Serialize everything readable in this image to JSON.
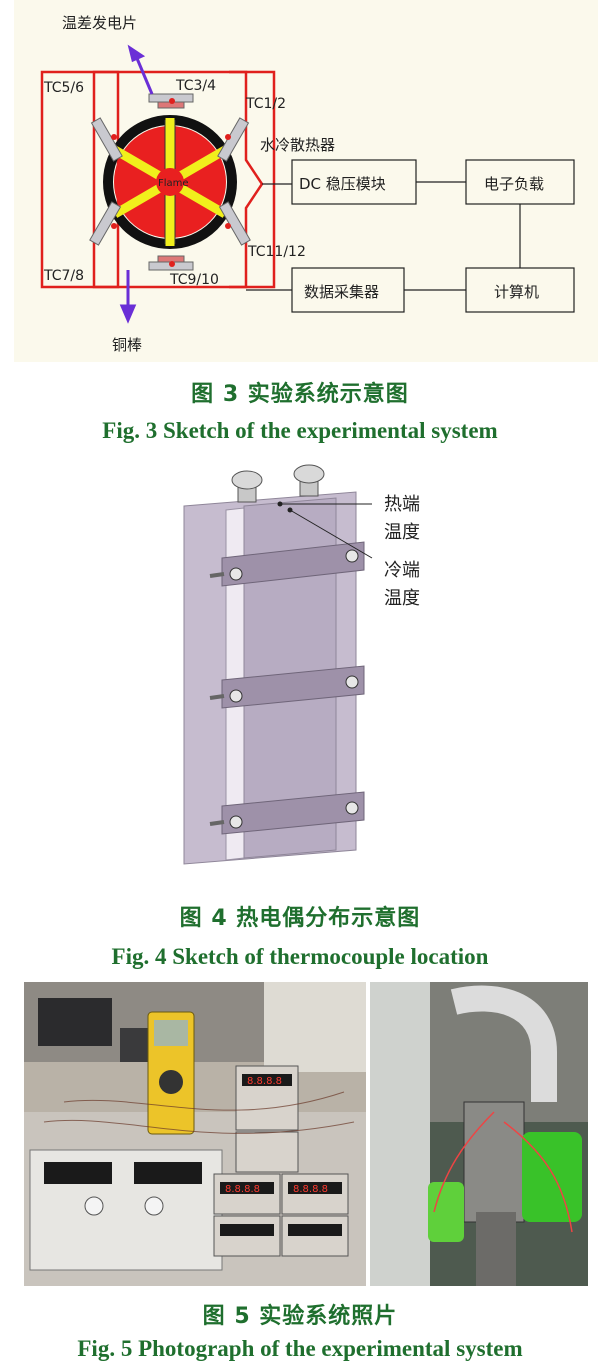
{
  "figure3": {
    "labels": {
      "teg": "温差发电片",
      "tc56": "TC5/6",
      "tc34": "TC3/4",
      "tc12": "TC1/2",
      "cooler": "水冷散热器",
      "flame": "Flame",
      "tc78": "TC7/8",
      "tc910": "TC9/10",
      "tc1112": "TC11/12",
      "rod": "铜棒",
      "dc": "DC 稳压模块",
      "load": "电子负载",
      "daq": "数据采集器",
      "pc": "计算机"
    },
    "caption_cn": "图 3    实验系统示意图",
    "caption_en": "Fig. 3    Sketch of the experimental system"
  },
  "figure4": {
    "labels": {
      "hot_1": "热端",
      "hot_2": "温度",
      "cold_1": "冷端",
      "cold_2": "温度"
    },
    "caption_cn": "图 4    热电偶分布示意图",
    "caption_en": "Fig. 4    Sketch of thermocouple location"
  },
  "figure5": {
    "meter_readings": [
      "8.8.8.8",
      "8.8.8.8",
      "8.8.8.8"
    ],
    "caption_cn": "图 5    实验系统照片",
    "caption_en": "Fig. 5    Photograph of the experimental system"
  },
  "colors": {
    "caption": "#1f6f2e",
    "frame_red": "#e0201d",
    "arrow_purple": "#6a2fd6",
    "spoke_yellow": "#f1ef1c"
  }
}
